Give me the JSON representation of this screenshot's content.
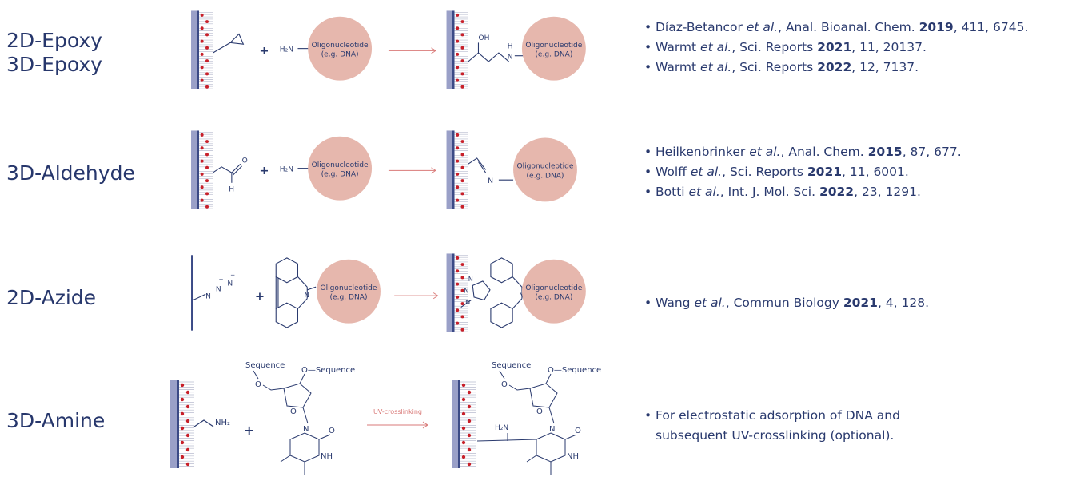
{
  "colors": {
    "surface_bar": "#3b4a86",
    "surface_fill": "#9aa0c8",
    "dot": "#c8202a",
    "oligo_circle": "#e6b7ad",
    "arrow": "#d97a78",
    "bond": "#2a3a6e",
    "text": "#27376c"
  },
  "common": {
    "oligo_line1": "Oligonucleotide",
    "oligo_line2": "(e.g. DNA)",
    "plus": "+",
    "h2n": "H₂N",
    "nh2": "NH₂",
    "oh": "OH",
    "h": "H",
    "n": "N",
    "o": "O",
    "sequence": "Sequence",
    "o_sequence": "O—Sequence",
    "nh": "NH",
    "uv_label": "UV-crosslinking"
  },
  "rows": [
    {
      "label_lines": [
        "2D-Epoxy",
        "3D-Epoxy"
      ],
      "refs": [
        {
          "author": "Díaz-Betancor",
          "etal": "et al.",
          "journal": ", Anal. Bioanal. Chem. ",
          "year": "2019",
          "rest": ", 411, 6745."
        },
        {
          "author": "Warmt",
          "etal": "et al.",
          "journal": ", Sci. Reports ",
          "year": "2021",
          "rest": ", 11, 20137."
        },
        {
          "author": "Warmt",
          "etal": "et al.",
          "journal": ", Sci. Reports ",
          "year": "2022",
          "rest": ", 12, 7137."
        }
      ]
    },
    {
      "label_lines": [
        "3D-Aldehyde"
      ],
      "refs": [
        {
          "author": "Heilkenbrinker",
          "etal": "et al.",
          "journal": ", Anal. Chem. ",
          "year": "2015",
          "rest": ", 87, 677."
        },
        {
          "author": "Wolff",
          "etal": "et al.",
          "journal": ", Sci. Reports ",
          "year": "2021",
          "rest": ", 11, 6001."
        },
        {
          "author": "Botti",
          "etal": "et al.",
          "journal": ", Int. J. Mol. Sci. ",
          "year": "2022",
          "rest": ", 23, 1291."
        }
      ]
    },
    {
      "label_lines": [
        "2D-Azide"
      ],
      "refs": [
        {
          "author": "Wang",
          "etal": "et al.",
          "journal": ", Commun Biology ",
          "year": "2021",
          "rest": ", 4, 128."
        }
      ]
    },
    {
      "label_lines": [
        "3D-Amine"
      ],
      "refs_plain": [
        "For electrostatic adsorption of DNA and",
        "subsequent UV-crosslinking (optional)."
      ]
    }
  ]
}
